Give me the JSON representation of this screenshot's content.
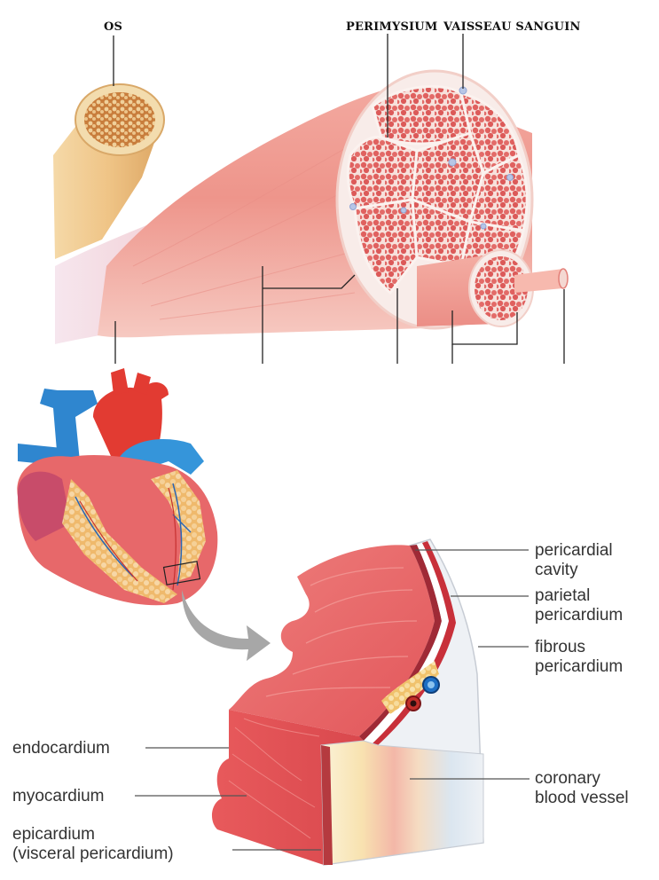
{
  "muscle_panel": {
    "labels": {
      "bone": "OS",
      "perimysium": "PERIMYSIUM",
      "blood_vessel": "VAISSEAU SANGUIN"
    }
  },
  "heart_panel": {
    "labels": {
      "pericardial_cavity_1": "pericardial",
      "pericardial_cavity_2": "cavity",
      "parietal_pericardium_1": "parietal",
      "parietal_pericardium_2": "pericardium",
      "fibrous_pericardium_1": "fibrous",
      "fibrous_pericardium_2": "pericardium",
      "endocardium": "endocardium",
      "myocardium": "myocardium",
      "coronary_vessel_1": "coronary",
      "coronary_vessel_2": "blood vessel",
      "epicardium_1": "epicardium",
      "epicardium_2": "(visceral pericardium)"
    }
  },
  "colors": {
    "muscle": "#e98b84",
    "muscle_light": "#f6c3bb",
    "fascicle_wall": "#f7e4e0",
    "bone": "#efc486",
    "vein": "#3b8fd0",
    "artery": "#d6332a",
    "fat": "#f3cf82",
    "pericardium_white": "#eef1f5"
  }
}
